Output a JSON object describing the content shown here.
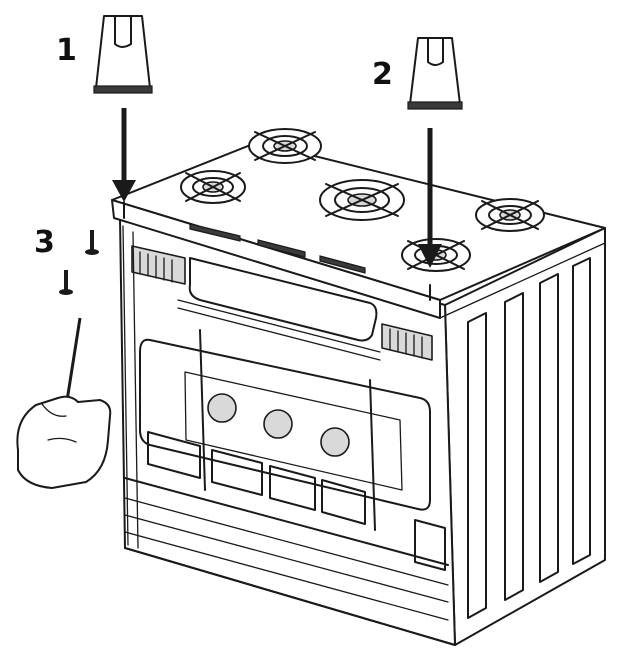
{
  "steps": [
    {
      "id": "1",
      "label": "1"
    },
    {
      "id": "2",
      "label": "2"
    },
    {
      "id": "3",
      "label": "3"
    }
  ],
  "icons": {
    "stand_left": "mounting-stand-icon",
    "stand_right": "mounting-stand-icon",
    "screws": "screw-icon",
    "hand": "hand-with-screwdriver-icon",
    "cooker": "gas-cooker-icon"
  },
  "colors": {
    "line": "#1a1a1a",
    "background": "#ffffff"
  }
}
